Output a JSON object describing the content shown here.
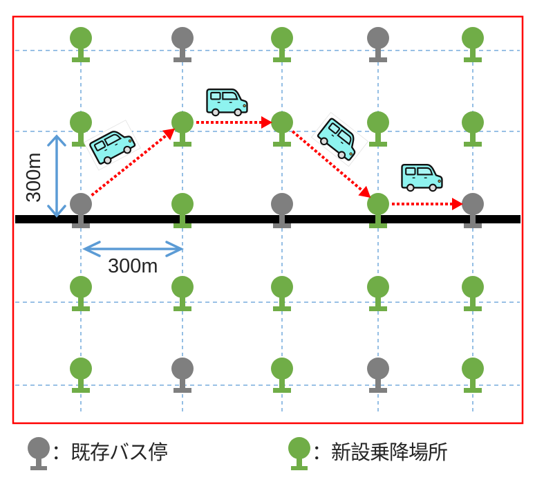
{
  "colors": {
    "existing_stop": "#7f7f7f",
    "new_stop": "#70ad47",
    "frame": "#ff0000",
    "road": "#000000",
    "grid": "#5b9bd5",
    "dimension_arrow": "#5b9bd5",
    "route_arrow": "#ff0000",
    "van_body": "#8ef3ef",
    "text": "#262626"
  },
  "grid": {
    "rows": [
      [
        "new",
        "existing",
        "new",
        "existing",
        "new"
      ],
      [
        "new",
        "new",
        "new",
        "new",
        "new"
      ],
      [
        "existing",
        "new",
        "existing",
        "new",
        "existing"
      ],
      [
        "new",
        "new",
        "new",
        "new",
        "new"
      ],
      [
        "new",
        "existing",
        "new",
        "existing",
        "new"
      ]
    ],
    "road_row": 2
  },
  "route": [
    {
      "from": [
        2,
        0
      ],
      "to": [
        1,
        1
      ]
    },
    {
      "from": [
        1,
        1
      ],
      "to": [
        1,
        2
      ]
    },
    {
      "from": [
        1,
        2
      ],
      "to": [
        2,
        3
      ]
    },
    {
      "from": [
        2,
        3
      ],
      "to": [
        2,
        4
      ]
    }
  ],
  "dimensions": {
    "vertical_label": "300m",
    "horizontal_label": "300m"
  },
  "legend": {
    "existing_label": "：既存バス停",
    "new_label": "：新設乗降場所"
  }
}
